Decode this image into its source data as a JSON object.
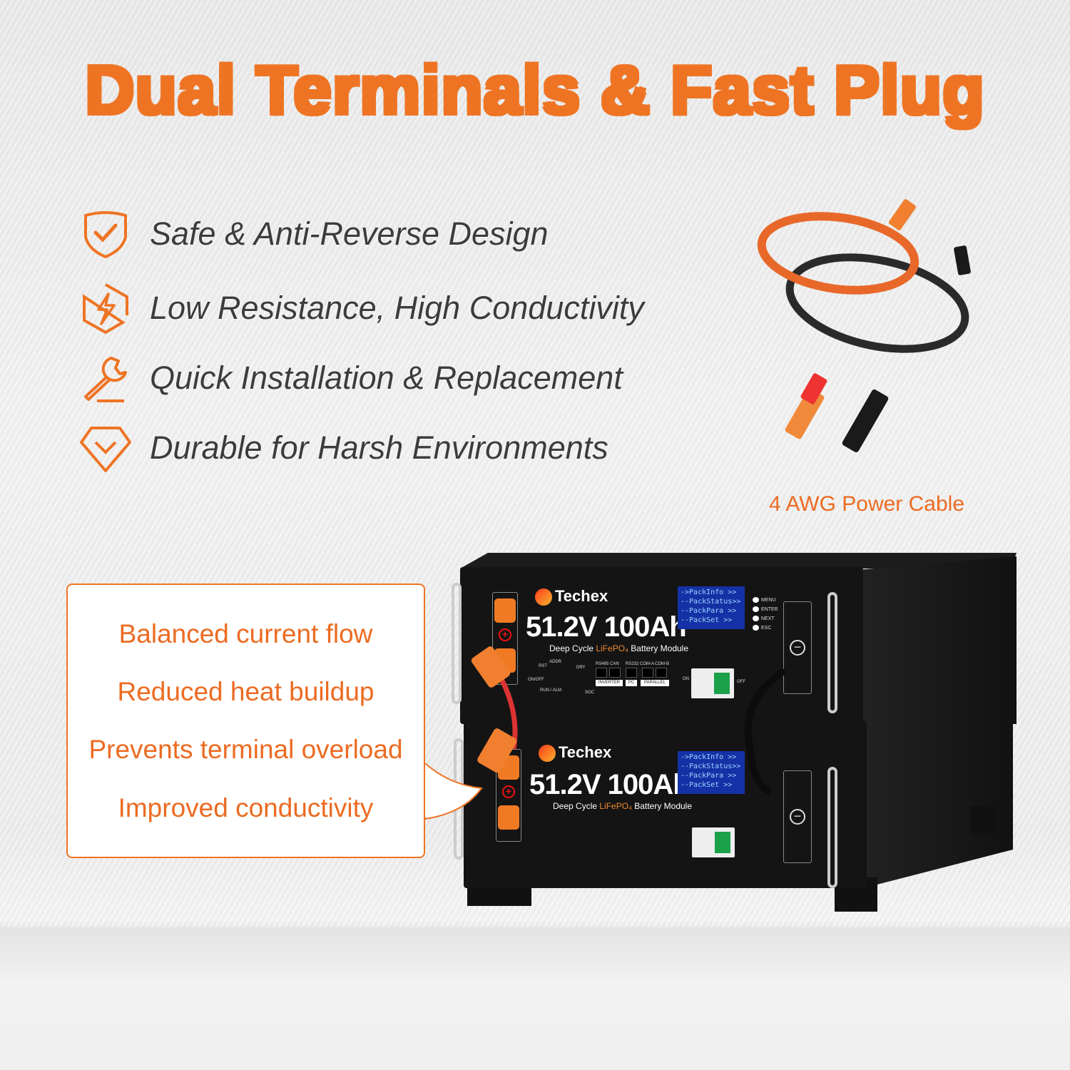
{
  "title": "Dual Terminals & Fast Plug",
  "features": [
    {
      "icon": "shield-check-icon",
      "label": "Safe & Anti-Reverse Design"
    },
    {
      "icon": "lightning-hexagon-icon",
      "label": "Low Resistance, High Conductivity"
    },
    {
      "icon": "wrench-icon",
      "label": "Quick Installation & Replacement"
    },
    {
      "icon": "diamond-chevron-icon",
      "label": "Durable for Harsh Environments"
    }
  ],
  "cable_caption": "4 AWG Power Cable",
  "callout": [
    "Balanced current flow",
    "Reduced heat buildup",
    "Prevents terminal overload",
    "Improved conductivity"
  ],
  "battery": {
    "brand": "Techex",
    "rating": "51.2V 100Ah",
    "sub_pre": "Deep Cycle ",
    "sub_chem": "LiFePO₄",
    "sub_post": " Battery Module",
    "lcd": [
      "->PackInfo  >>",
      "--PackStatus>>",
      "--PackPara  >>",
      "--PackSet   >>"
    ],
    "buttons": [
      "MENU",
      "ENTER",
      "NEXT",
      "ESC"
    ],
    "ports": {
      "rst": "RST",
      "addr": "ADDR",
      "dry": "DRY",
      "onoff": "ON/OFF",
      "runalm": "RUN / ALM",
      "soc": "SOC",
      "rs485": "RS485",
      "can": "CAN",
      "rs232": "RS232",
      "coma": "COM-A",
      "comb": "COM-B",
      "inverter": "INVERTER",
      "pc": "PC",
      "parallel": "PARALLEL",
      "on": "ON",
      "off": "OFF"
    }
  },
  "colors": {
    "accent": "#ee7424",
    "text": "#3c3c3c"
  }
}
